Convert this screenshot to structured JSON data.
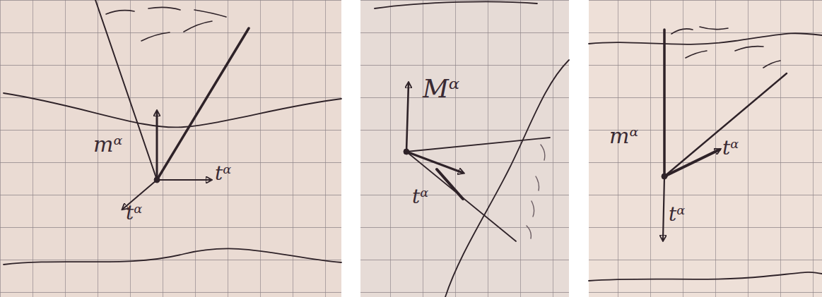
{
  "diagram": {
    "labels": [
      "mᵅ",
      "tᵅ",
      "tᵅ",
      "Mᵅ",
      "tᵅ",
      "mᵅ",
      "tᵅ",
      "tᵅ"
    ]
  }
}
